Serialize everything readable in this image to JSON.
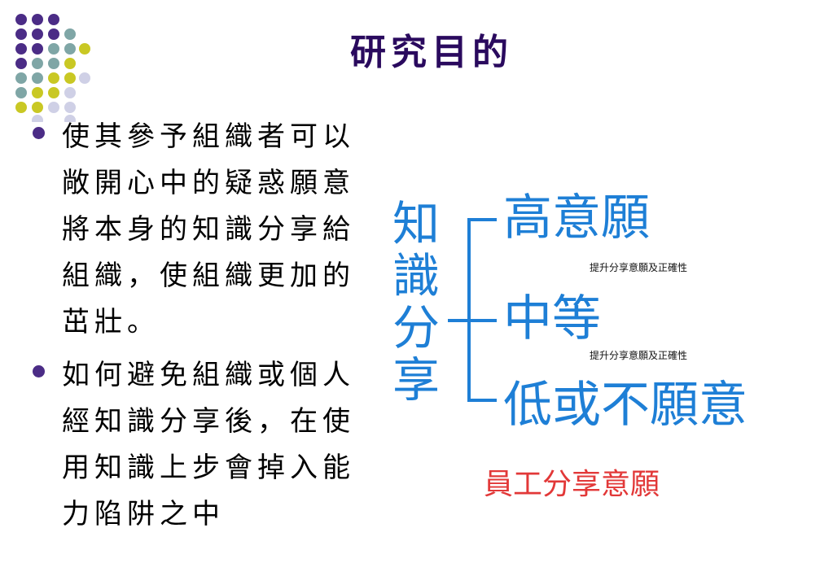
{
  "slide": {
    "title": "研究目的"
  },
  "bullets": [
    {
      "text": "使其參予組織者可以敞開心中的疑惑願意將本身的知識分享給組織，使組織更加的茁壯。"
    },
    {
      "text": "如何避免組織或個人經知識分享後，在使用知識上步會掉入能力陷阱之中"
    }
  ],
  "diagram": {
    "knowledge_sharing": [
      "知",
      "識",
      "分",
      "享"
    ],
    "levels": [
      "高意願",
      "中等",
      "低或不願意"
    ],
    "notes": [
      "提升分享意願及正確性",
      "提升分享意願及正確性"
    ],
    "caption": "員工分享意願"
  },
  "colors": {
    "title": "#2a0a5e",
    "bullet": "#4b2c86",
    "diagram": "#1e7fd6",
    "caption": "#e23838",
    "dot_purple": "#4b2c86",
    "dot_teal": "#7fa6a6",
    "dot_yellow": "#c9c824",
    "dot_lavender": "#cfd0e6"
  }
}
